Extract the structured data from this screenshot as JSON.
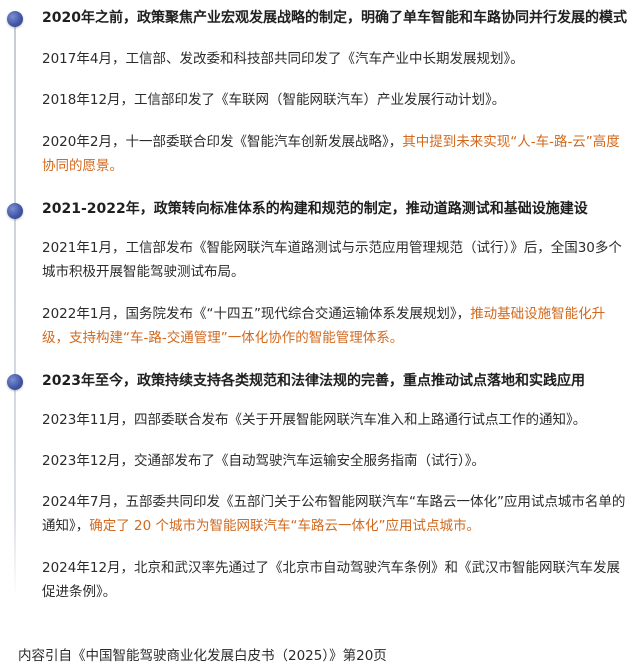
{
  "sections": [
    {
      "heading": "2020年之前，政策聚焦产业宏观发展战略的制定，明确了单车智能和车路协同并行发展的模式",
      "items": [
        {
          "text": "2017年4月，工信部、发改委和科技部共同印发了《汽车产业中长期发展规划》。",
          "highlight": ""
        },
        {
          "text": "2018年12月，工信部印发了《车联网（智能网联汽车）产业发展行动计划》。",
          "highlight": ""
        },
        {
          "text": "2020年2月，十一部委联合印发《智能汽车创新发展战略》，",
          "highlight": "其中提到未来实现“人-车-路-云”高度协同的愿景。"
        }
      ]
    },
    {
      "heading": "2021-2022年，政策转向标准体系的构建和规范的制定，推动道路测试和基础设施建设",
      "items": [
        {
          "text": "2021年1月，工信部发布《智能网联汽车道路测试与示范应用管理规范（试行）》后，全国30多个城市积极开展智能驾驶测试布局。",
          "highlight": ""
        },
        {
          "text": "2022年1月，国务院发布《“十四五”现代综合交通运输体系发展规划》，",
          "highlight": "推动基础设施智能化升级，支持构建“车-路-交通管理”一体化协作的智能管理体系。"
        }
      ]
    },
    {
      "heading": "2023年至今，政策持续支持各类规范和法律法规的完善，重点推动试点落地和实践应用",
      "items": [
        {
          "text": "2023年11月，四部委联合发布《关于开展智能网联汽车准入和上路通行试点工作的通知》。",
          "highlight": ""
        },
        {
          "text": "2023年12月，交通部发布了《自动驾驶汽车运输安全服务指南（试行）》。",
          "highlight": ""
        },
        {
          "text": "2024年7月，五部委共同印发《五部门关于公布智能网联汽车“车路云一体化”应用试点城市名单的通知》，",
          "highlight": "确定了 20 个城市为智能网联汽车“车路云一体化”应用试点城市。"
        },
        {
          "text": "2024年12月，北京和武汉率先通过了《北京市自动驾驶汽车条例》和《武汉市智能网联汽车发展促进条例》。",
          "highlight": ""
        }
      ]
    }
  ],
  "source": "内容引自《中国智能驾驶商业化发展白皮书（2025）》第20页"
}
